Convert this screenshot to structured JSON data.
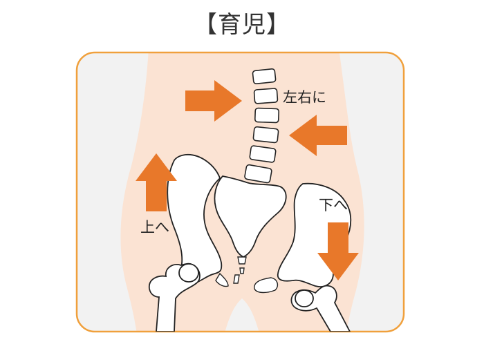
{
  "title": "【育児】",
  "labels": {
    "left_right": "左右に",
    "up": "上へ",
    "down": "下へ"
  },
  "colors": {
    "frame_border": "#f0a03c",
    "frame_background": "#f2f2f2",
    "body_skin": "#fbe3d3",
    "arrow": "#e8782a",
    "bone_fill": "#ffffff",
    "bone_stroke": "#222222",
    "text": "#222222"
  }
}
